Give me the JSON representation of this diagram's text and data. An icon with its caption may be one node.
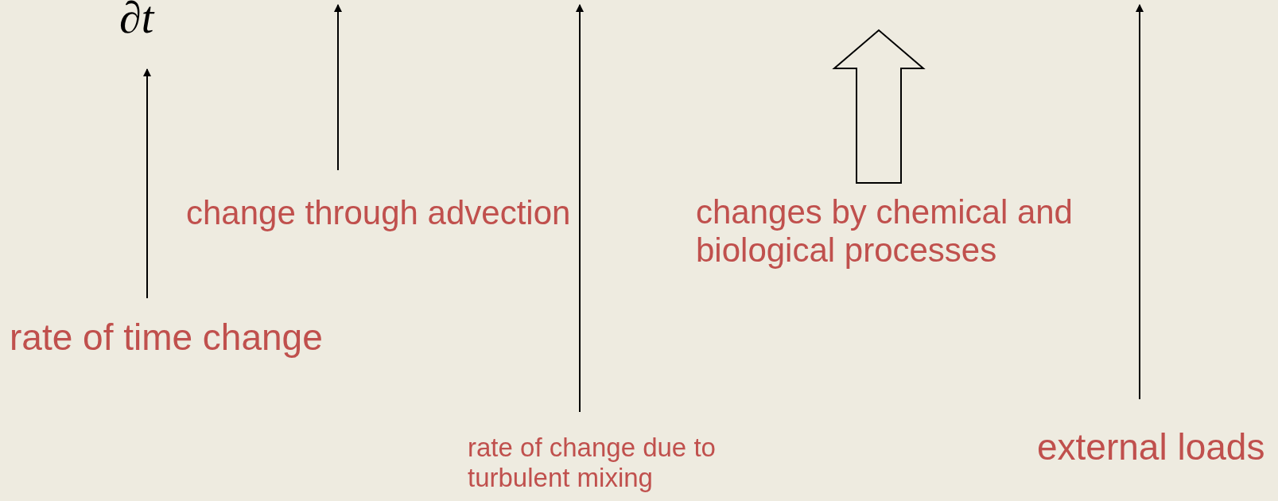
{
  "diagram": {
    "nodes": [
      {
        "text": [
          "rate of time change"
        ]
      },
      {
        "text": [
          "change through advection"
        ]
      },
      {
        "text": [
          "rate of change due to turbulent mixing"
        ]
      },
      {
        "text": [
          "changes by chemical and biological processes"
        ]
      },
      {
        "text": [
          "external loads"
        ]
      }
    ],
    "edges": [
      {
        "from": 0,
        "to": null,
        "arrow": "to"
      },
      {
        "from": 1,
        "to": null,
        "arrow": "to"
      },
      {
        "from": 2,
        "to": null,
        "arrow": "to"
      },
      {
        "from": 3,
        "to": null,
        "arrow": "to",
        "style": "thick"
      },
      {
        "from": 4,
        "to": null,
        "arrow": "to"
      }
    ],
    "labels": [
      "∂t"
    ]
  }
}
